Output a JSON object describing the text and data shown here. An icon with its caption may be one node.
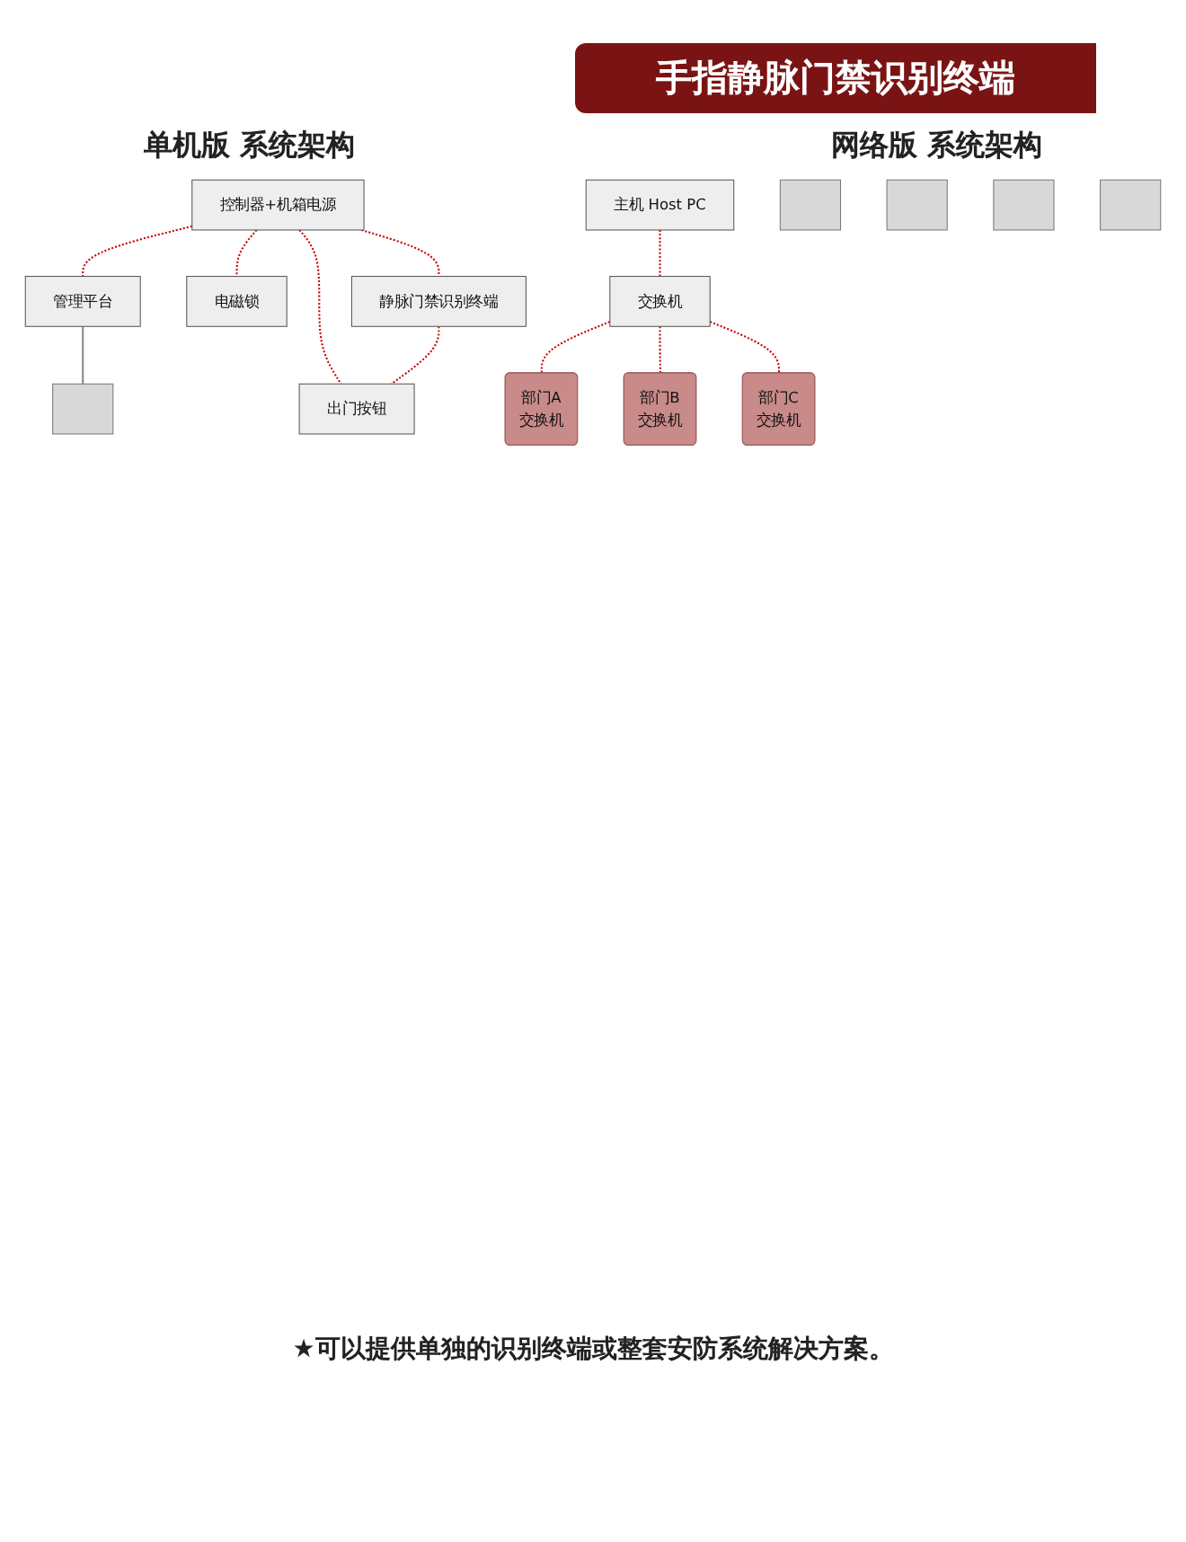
{
  "diagram": {
    "title": "手指静脉门禁识别终端",
    "caption": "★可以提供单独的识别终端或整套安防系统解决方案。",
    "nodes": [
      {
        "text": [
          "控制器+机箱电源"
        ]
      },
      {
        "text": [
          "管理平台"
        ]
      },
      {
        "text": [],
        "shape": "box"
      },
      {
        "text": [
          "电磁锁"
        ]
      },
      {
        "text": [
          "出门按钮"
        ]
      },
      {
        "text": [
          "静脉门禁识别终端"
        ]
      },
      {
        "text": [
          "主机 Host PC"
        ]
      },
      {
        "text": [
          "交换机"
        ]
      },
      {
        "text": [
          "部门A",
          "交换机"
        ]
      },
      {
        "text": [],
        "shape": "box"
      },
      {
        "text": [
          "部门B",
          "交换机"
        ]
      },
      {
        "text": [],
        "shape": "box"
      },
      {
        "text": [],
        "shape": "box"
      },
      {
        "text": [
          "部门C",
          "交换机"
        ]
      },
      {
        "text": [],
        "shape": "box"
      }
    ],
    "edges": [
      {
        "from": 0,
        "to": 1,
        "arrow": "none",
        "style": "dashed"
      },
      {
        "from": 1,
        "to": 2,
        "arrow": "none",
        "color": "#888888"
      },
      {
        "from": 0,
        "to": 3,
        "arrow": "none",
        "style": "dashed"
      },
      {
        "from": 0,
        "to": 4,
        "arrow": "none",
        "style": "dashed"
      },
      {
        "from": 0,
        "to": 5,
        "arrow": "none",
        "style": "dashed"
      },
      {
        "from": 5,
        "to": 4,
        "arrow": "none",
        "style": "dashed"
      },
      {
        "from": 6,
        "to": 7,
        "arrow": "none",
        "style": "dashed"
      },
      {
        "from": 7,
        "to": 8,
        "arrow": "none",
        "style": "dashed"
      },
      {
        "from": 7,
        "to": 10,
        "arrow": "none",
        "style": "dashed"
      },
      {
        "from": 7,
        "to": 13,
        "arrow": "none",
        "style": "dashed"
      }
    ],
    "labels": [
      "单机版 系统架构",
      "网络版 系统架构"
    ]
  }
}
